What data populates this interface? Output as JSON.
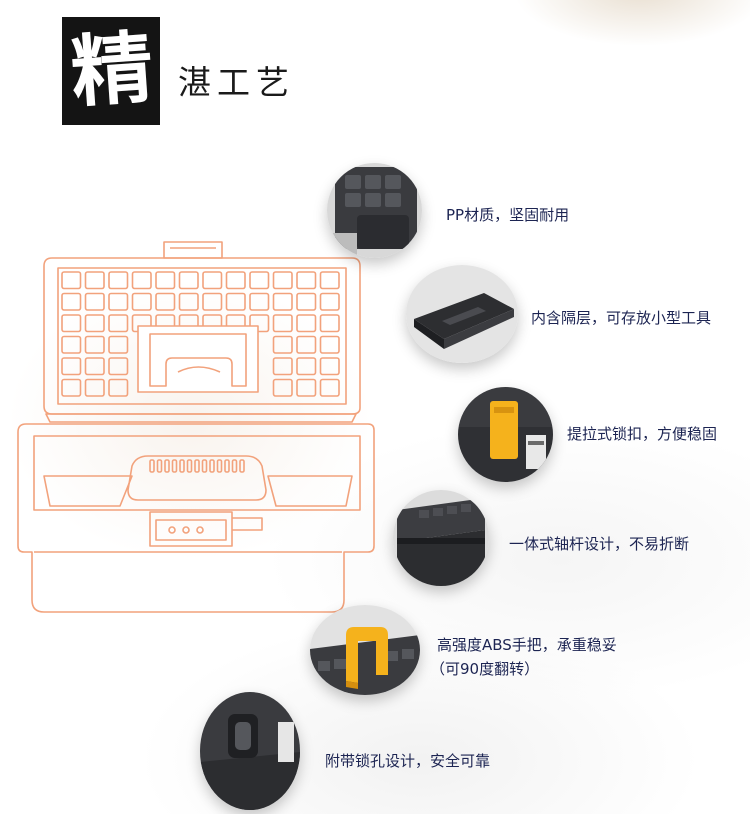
{
  "header": {
    "seal_char": "精",
    "title": "湛工艺"
  },
  "features": [
    {
      "icon": "handle-grid-closeup-icon",
      "text": "PP材质，坚固耐用"
    },
    {
      "icon": "inner-tray-icon",
      "text": "内含隔层，可存放小型工具"
    },
    {
      "icon": "latch-closeup-icon",
      "text": "提拉式锁扣，方便稳固"
    },
    {
      "icon": "hinge-axle-closeup-icon",
      "text": "一体式轴杆设计，不易折断"
    },
    {
      "icon": "abs-handle-closeup-icon",
      "text": "高强度ABS手把，承重稳妥",
      "text2": "（可90度翻转）"
    },
    {
      "icon": "lock-hole-closeup-icon",
      "text": "附带锁孔设计，安全可靠"
    }
  ],
  "colors": {
    "sketch_orange": "#f2a27c",
    "text_navy": "#1c2452",
    "plastic_dark": "#3a3b3f",
    "accent_yellow": "#f5b21c"
  }
}
